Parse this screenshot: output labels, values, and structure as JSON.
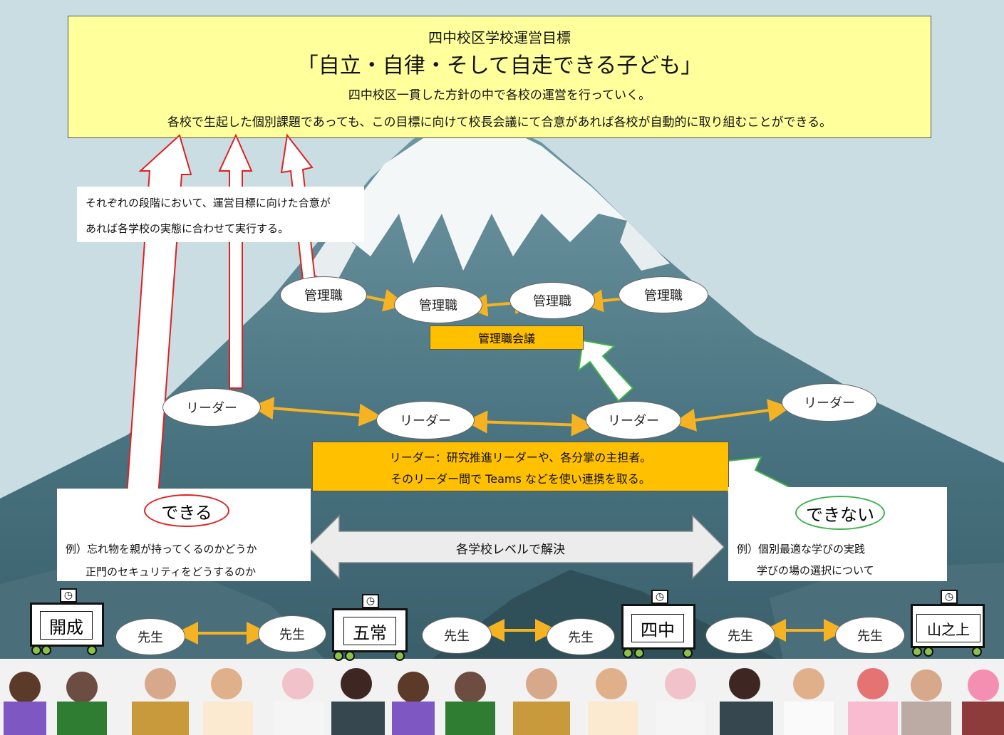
{
  "goal": {
    "heading": "四中校区学校運営目標",
    "slogan": "「自立・自律・そして自走できる子ども」",
    "line1": "四中校区一貫した方針の中で各校の運営を行っていく。",
    "line2": "各校で生起した個別課題であっても、この目標に向けて校長会議にて合意があれば各校が自動的に取り組むことができる。"
  },
  "stage_note": {
    "line1": "それぞれの段階において、運営目標に向けた合意が",
    "line2": "あれば各学校の実態に合わせて実行する。"
  },
  "managers": [
    "管理職",
    "管理職",
    "管理職",
    "管理職"
  ],
  "manager_meeting": "管理職会議",
  "leaders": [
    "リーダー",
    "リーダー",
    "リーダー",
    "リーダー"
  ],
  "leader_note": {
    "line1": "リーダー：研究推進リーダーや、各分掌の主担者。",
    "line2": "そのリーダー間で Teams などを使い連携を取る。"
  },
  "can": {
    "label": "できる",
    "example1": "例）忘れ物を親が持ってくるのかどうか",
    "example2": "正門のセキュリティをどうするのか"
  },
  "cannot": {
    "label": "できない",
    "example1": "例）個別最適な学びの実践",
    "example2": "学びの場の選択について"
  },
  "school_level": "各学校レベルで解決",
  "schools": [
    "開成",
    "五常",
    "四中",
    "山之上"
  ],
  "teachers": [
    "先生",
    "先生",
    "先生",
    "先生",
    "先生",
    "先生"
  ],
  "colors": {
    "sky": "#c9dde3",
    "goal_box": "#ffff9c",
    "orange": "#ffc000",
    "arrow_orange": "#f5b323",
    "red": "#e02020",
    "green": "#3cb34a"
  }
}
